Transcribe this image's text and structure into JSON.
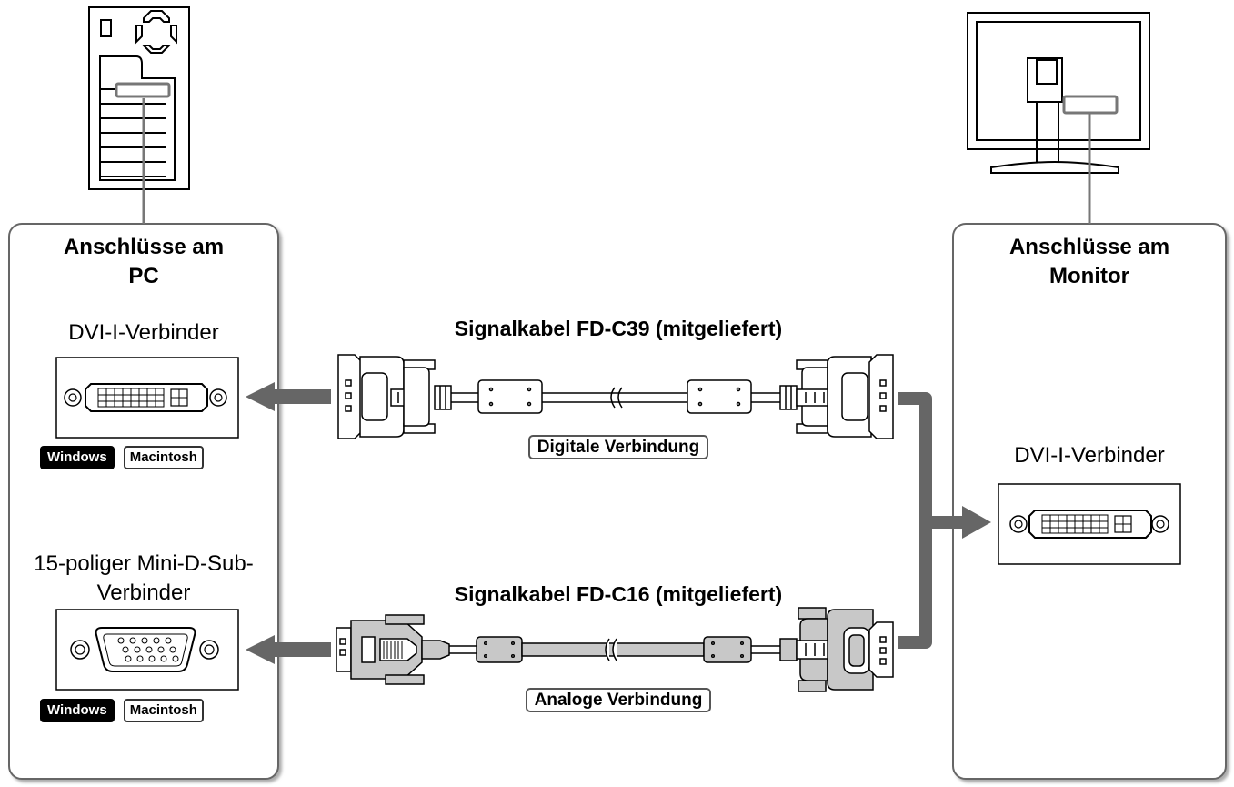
{
  "left_panel": {
    "title_line1": "Anschlüsse am",
    "title_line2": "PC",
    "dvi_label": "DVI-I-Verbinder",
    "dsub_label_line1": "15-poliger Mini-D-Sub-",
    "dsub_label_line2": "Verbinder",
    "badges_dvi": [
      "Windows",
      "Macintosh"
    ],
    "badges_dsub": [
      "Windows",
      "Macintosh"
    ]
  },
  "right_panel": {
    "title_line1": "Anschlüsse am",
    "title_line2": "Monitor",
    "dvi_label": "DVI-I-Verbinder"
  },
  "cables": {
    "digital_title": "Signalkabel FD-C39 (mitgeliefert)",
    "digital_type": "Digitale Verbindung",
    "analog_title": "Signalkabel FD-C16 (mitgeliefert)",
    "analog_type": "Analoge Verbindung"
  },
  "colors": {
    "line": "#777777",
    "arrow": "#666666",
    "analog_fill": "#c8c8c8"
  }
}
